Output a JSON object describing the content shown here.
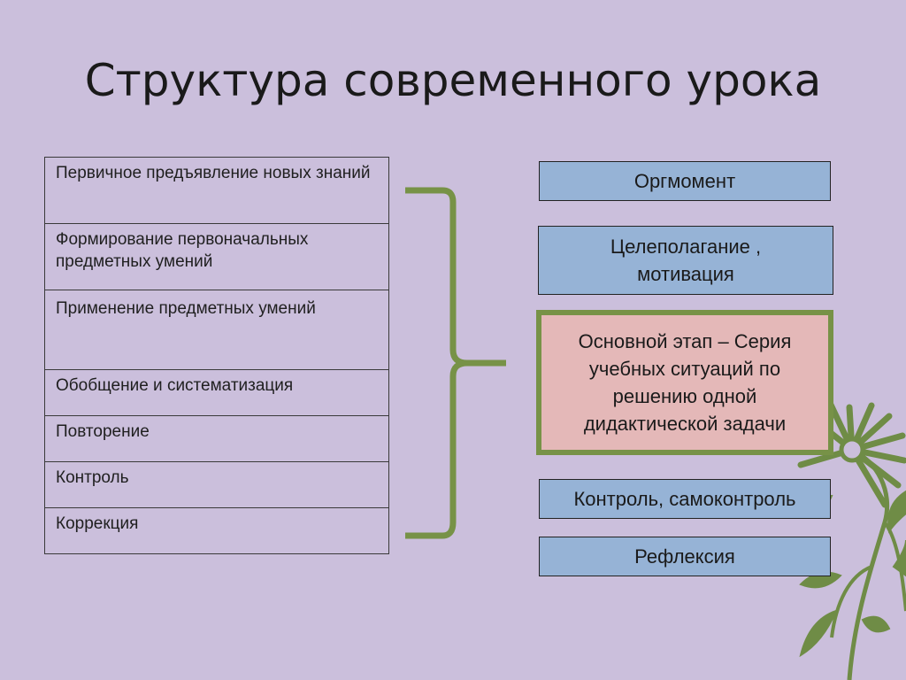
{
  "title": "Структура современного урока",
  "left_items": [
    "Первичное предъявление новых знаний",
    "Формирование первоначальных предметных умений",
    "Применение предметных умений",
    "Обобщение и систематизация",
    "Повторение",
    "Контроль",
    "Коррекция"
  ],
  "right_items": [
    "Оргмомент",
    "Целеполагание , мотивация",
    "Основной этап – Серия учебных ситуаций по решению одной дидактической задачи",
    "Контроль, самоконтроль",
    "Рефлексия"
  ],
  "colors": {
    "background": "#cbbfdc",
    "box_blue": "#96b3d6",
    "box_pink": "#e4b8b8",
    "brace_green": "#779247",
    "plant_green": "#6f8c46"
  },
  "icons": [
    "curly-brace-icon",
    "plant-decoration-icon"
  ]
}
